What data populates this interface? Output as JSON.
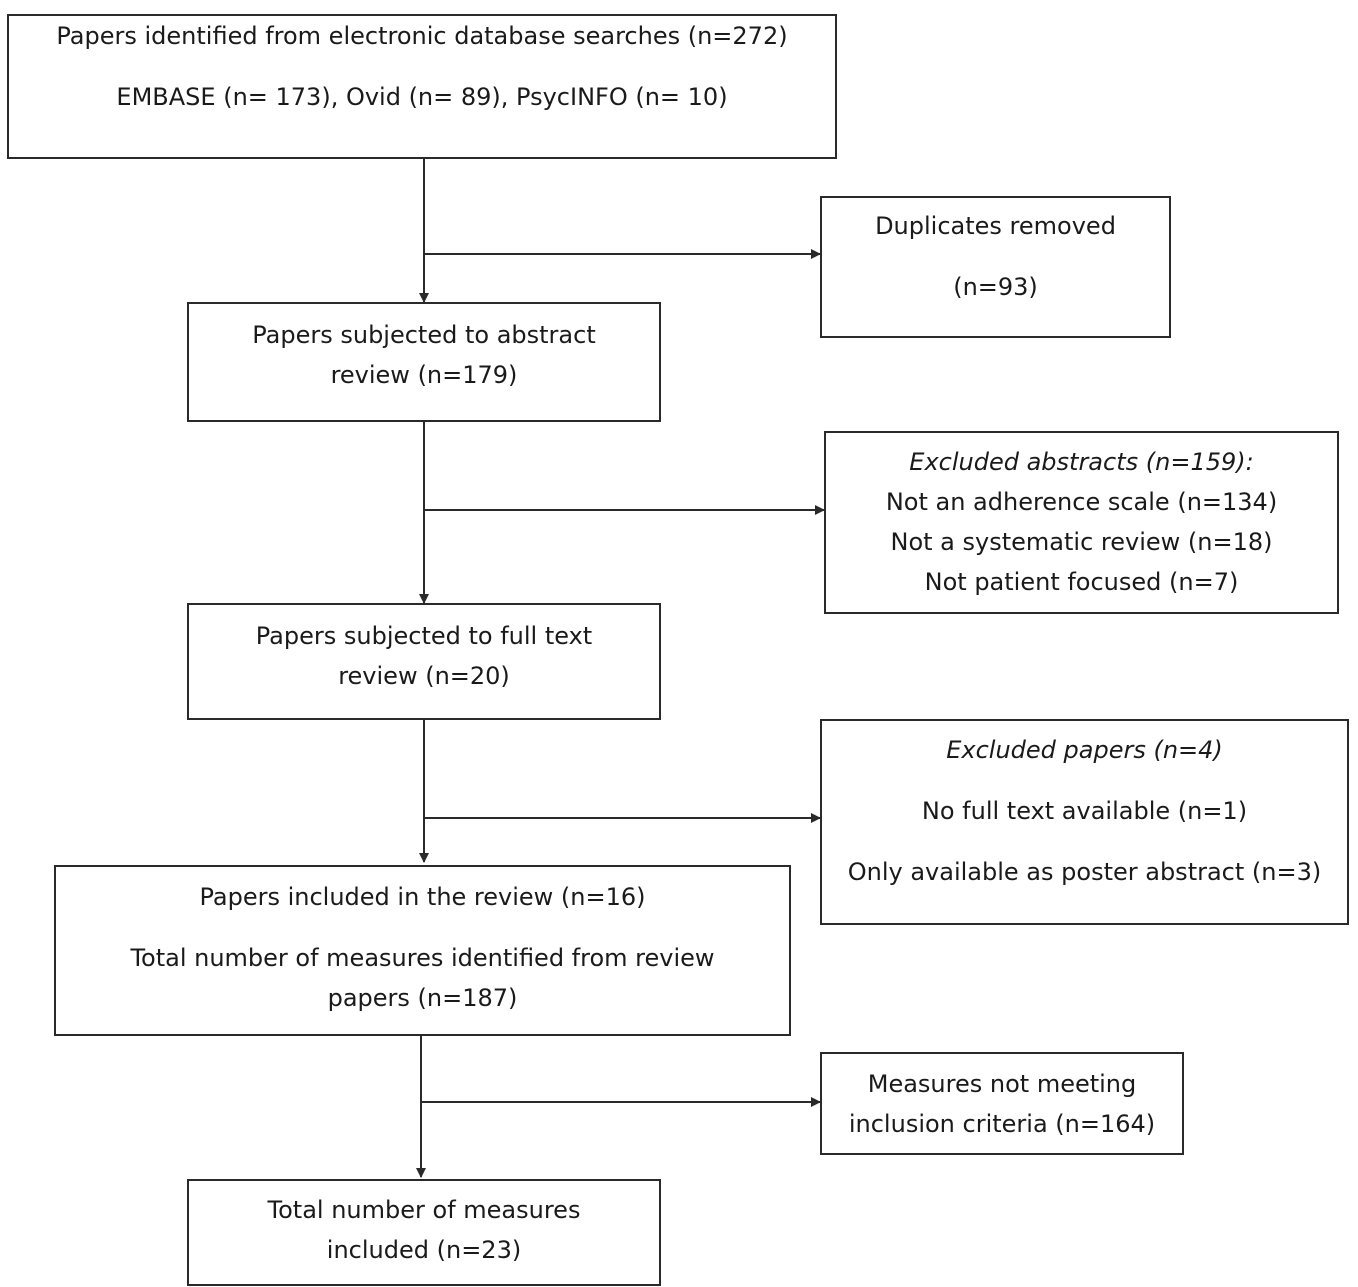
{
  "identification": {
    "title": "Papers identified from electronic database searches (n=272)",
    "sources": "EMBASE (n= 173), Ovid (n= 89), PsycINFO (n= 10)"
  },
  "duplicates": {
    "title": "Duplicates removed",
    "count": "(n=93)"
  },
  "abstract_review": {
    "line1": "Papers subjected to abstract",
    "line2": "review (n=179)"
  },
  "excluded_abstracts": {
    "title": "Excluded abstracts (n=159):",
    "reasons": [
      "Not an adherence scale (n=134)",
      "Not a systematic review (n=18)",
      "Not patient focused (n=7)"
    ]
  },
  "full_text_review": {
    "line1": "Papers subjected to full text",
    "line2": "review (n=20)"
  },
  "excluded_papers": {
    "title": "Excluded papers (n=4)",
    "reasons": [
      "No full text available (n=1)",
      "Only available as poster abstract (n=3)"
    ]
  },
  "included": {
    "papers": "Papers included in the review (n=16)",
    "measures_line1": "Total number of measures identified from review",
    "measures_line2": "papers (n=187)"
  },
  "not_meeting": {
    "line1": "Measures not meeting",
    "line2": "inclusion criteria (n=164)"
  },
  "final": {
    "line1": "Total number of measures",
    "line2": "included (n=23)"
  },
  "colors": {
    "stroke": "#2a2a2a",
    "background": "#ffffff"
  }
}
